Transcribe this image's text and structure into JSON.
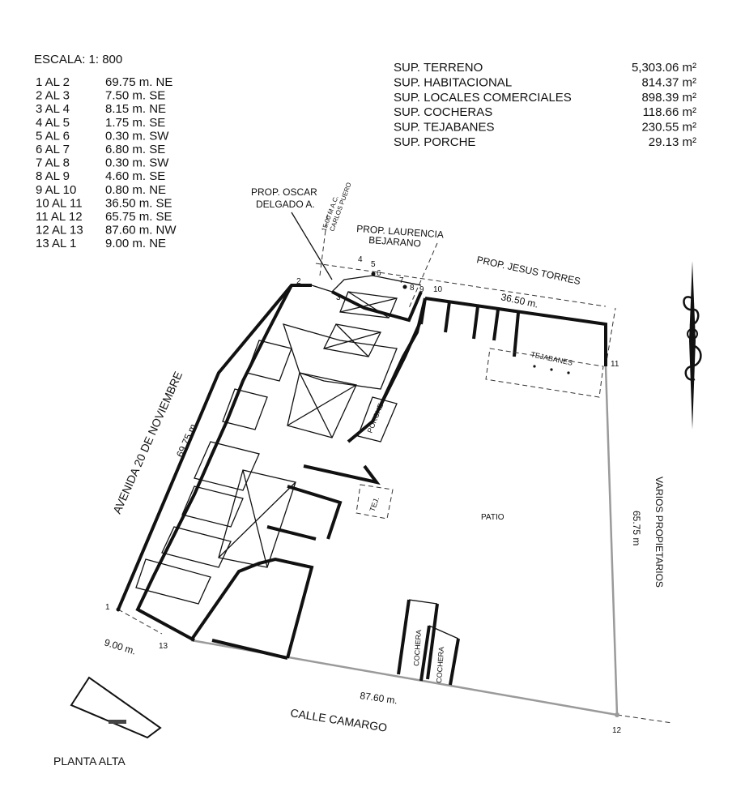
{
  "scale": "ESCALA: 1: 800",
  "segments": [
    {
      "seg": "1 AL 2",
      "dist": "69.75 m. NE"
    },
    {
      "seg": "2 AL 3",
      "dist": "7.50 m. SE"
    },
    {
      "seg": "3 AL 4",
      "dist": "8.15 m. NE"
    },
    {
      "seg": "4 AL 5",
      "dist": "1.75 m. SE"
    },
    {
      "seg": "5 AL 6",
      "dist": "0.30 m. SW"
    },
    {
      "seg": "6 AL 7",
      "dist": "6.80 m. SE"
    },
    {
      "seg": "7 AL 8",
      "dist": "0.30 m. SW"
    },
    {
      "seg": "8 AL 9",
      "dist": "4.60 m. SE"
    },
    {
      "seg": "9 AL 10",
      "dist": "0.80 m. NE"
    },
    {
      "seg": "10 AL 11",
      "dist": "36.50 m. SE"
    },
    {
      "seg": "11 AL 12",
      "dist": "65.75 m. SE"
    },
    {
      "seg": "12 AL 13",
      "dist": "87.60 m. NW"
    },
    {
      "seg": "13 AL 1",
      "dist": "9.00 m. NE"
    }
  ],
  "surfaces": [
    {
      "name": "SUP. TERRENO",
      "value": "5,303.06 m²"
    },
    {
      "name": "SUP. HABITACIONAL",
      "value": "814.37 m²"
    },
    {
      "name": "SUP. LOCALES COMERCIALES",
      "value": "898.39 m²"
    },
    {
      "name": "SUP. COCHERAS",
      "value": "118.66 m²"
    },
    {
      "name": "SUP. TEJABANES",
      "value": "230.55 m²"
    },
    {
      "name": "SUP. PORCHE",
      "value": "29.13 m²"
    }
  ],
  "labels": {
    "prop_oscar_1": "PROP. OSCAR",
    "prop_oscar_2": "DELGADO A.",
    "carlos_1": "15.00 M A.C.",
    "carlos_2": "CARLOS PUERO",
    "prop_laurencia_1": "PROP. LAURENCIA",
    "prop_laurencia_2": "BEJARANO",
    "prop_jesus": "PROP. JESUS TORRES",
    "dim_north": "36.50 m.",
    "tejabanes": "TEJABANES",
    "avenida": "AVENIDA 20 DE NOVIEMBRE",
    "dim_west": "69.75 m.",
    "porche": "PORCHE",
    "tej": "TEJ.",
    "patio": "PATIO",
    "varios": "VARIOS PROPIETARIOS",
    "dim_east": "65.75 m",
    "cochera1": "COCHERA",
    "cochera2": "COCHERA",
    "dim_south": "87.60 m.",
    "calle": "CALLE CAMARGO",
    "dim_sw": "9.00 m.",
    "planta_alta": "PLANTA ALTA"
  },
  "vertices": {
    "v1": "1",
    "v2": "2",
    "v3": "3",
    "v4": "4",
    "v5": "5",
    "v6": "6",
    "v7": "7",
    "v8": "8",
    "v9": "9",
    "v10": "10",
    "v11": "11",
    "v12": "12",
    "v13": "13"
  },
  "north_arrow_icon": "north-arrow-icon"
}
